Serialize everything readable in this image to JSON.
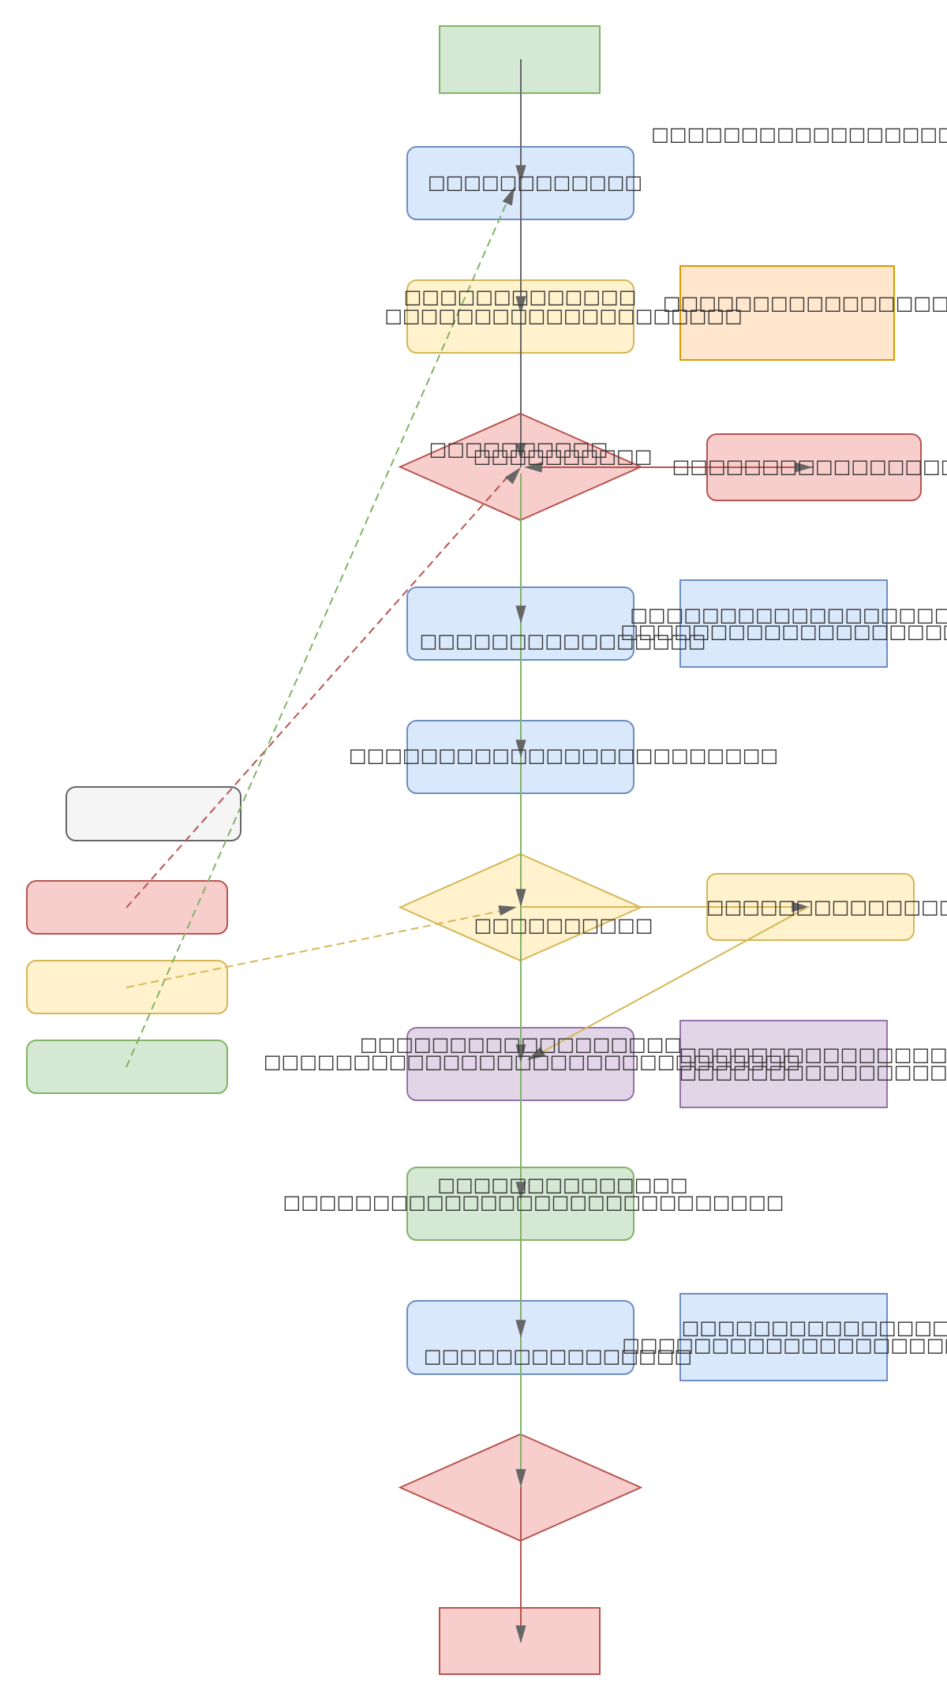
{
  "diagram": {
    "type": "flowchart",
    "colors": {
      "blue_fill": "#dae8fc",
      "blue_stroke": "#6c8ebf",
      "yellow_fill": "#fff2cc",
      "yellow_stroke": "#d6b656",
      "red_fill": "#f8cecc",
      "red_stroke": "#b85450",
      "green_fill": "#d5e8d4",
      "green_stroke": "#82b366",
      "purple_fill": "#e1d5e7",
      "purple_stroke": "#9673a6",
      "orange_fill": "#ffe6cc",
      "orange_stroke": "#d79b00",
      "grey_fill": "#f5f5f5",
      "grey_stroke": "#666666",
      "edge_default": "#666666",
      "arrowhead": "#666666",
      "text": "#333333"
    },
    "nodes": [
      {
        "id": "start",
        "shape": "rect",
        "color": "green",
        "lines": []
      },
      {
        "id": "step1",
        "shape": "rounded",
        "color": "blue",
        "lines": [
          "□□□□□□□□□□□□"
        ]
      },
      {
        "id": "step2",
        "shape": "rounded",
        "color": "yellow",
        "lines": [
          "□□□□□□□□□□□□□",
          "□□□□□□□□□□□□□□□□□□□□"
        ]
      },
      {
        "id": "decision1",
        "shape": "diamond",
        "color": "red",
        "lines": [
          "□□□□□□□□□□",
          "□□□□□□□□□□"
        ]
      },
      {
        "id": "step3",
        "shape": "rounded",
        "color": "blue",
        "lines": [
          "□□□□□□□□□□□□□□□□"
        ]
      },
      {
        "id": "step4",
        "shape": "rounded",
        "color": "blue",
        "lines": [
          "□□□□□□□□□□□□□□□□□□□□□□□□"
        ]
      },
      {
        "id": "decision2",
        "shape": "diamond",
        "color": "yellow",
        "lines": [
          "□□□□□□□□□□"
        ]
      },
      {
        "id": "step5",
        "shape": "rounded",
        "color": "purple",
        "lines": [
          "□□□□□□□□□□□□□□□□□□",
          "□□□□□□□□□□□□□□□□□□□□□□□□□□□□□□"
        ]
      },
      {
        "id": "step6",
        "shape": "rounded",
        "color": "green",
        "lines": [
          "□□□□□□□□□□□□□□",
          "□□□□□□□□□□□□□□□□□□□□□□□□□□□□"
        ]
      },
      {
        "id": "step7",
        "shape": "rounded",
        "color": "blue",
        "lines": [
          "□□□□□□□□□□□□□□□"
        ]
      },
      {
        "id": "decision3",
        "shape": "diamond",
        "color": "red",
        "lines": []
      },
      {
        "id": "end",
        "shape": "rect",
        "color": "red",
        "lines": []
      }
    ],
    "annotations": [
      {
        "id": "note-top",
        "shape": "text",
        "lines": [
          "□□□□□□□□□□□□□□□□□□□□"
        ]
      },
      {
        "id": "note-orange",
        "shape": "rect",
        "color": "orange",
        "lines": [
          "□□□□□□□□□□□□□□□□□□"
        ]
      },
      {
        "id": "side-red",
        "shape": "rounded",
        "color": "red",
        "lines": [
          "□□□□□□□□□□□□□□□□"
        ]
      },
      {
        "id": "note-blue1",
        "shape": "rect",
        "color": "blue",
        "lines": [
          "□□□□□□□□□□□□□□□□□□□□",
          "□□□□□□□□□□□□□□□□□□□□□□□"
        ]
      },
      {
        "id": "side-yellow",
        "shape": "rounded",
        "color": "yellow",
        "lines": [
          "□□□□□□□□□□□□□□□"
        ]
      },
      {
        "id": "note-purple",
        "shape": "rect",
        "color": "purple",
        "lines": [
          "□□□□□□□□□□□□□□□□",
          "□□□□□□□□□□□□□□□□"
        ]
      },
      {
        "id": "note-blue2",
        "shape": "rect",
        "color": "blue",
        "lines": [
          "□□□□□□□□□□□□□□□□",
          "□□□□□□□□□□□□□□□□□□□□□□□"
        ]
      }
    ],
    "legend": [
      {
        "id": "legend-grey",
        "color": "grey",
        "label": ""
      },
      {
        "id": "legend-red",
        "color": "red",
        "label": ""
      },
      {
        "id": "legend-yellow",
        "color": "yellow",
        "label": ""
      },
      {
        "id": "legend-green",
        "color": "green",
        "label": ""
      }
    ],
    "edges": [
      {
        "from": "start",
        "to": "decision1",
        "via": [
          "step1",
          "step2"
        ],
        "color": "grey",
        "style": "solid"
      },
      {
        "from": "decision1",
        "to": "decision3",
        "via": [
          "step3",
          "step4",
          "decision2",
          "step5",
          "step6",
          "step7"
        ],
        "color": "green",
        "style": "solid"
      },
      {
        "from": "decision3",
        "to": "end",
        "color": "red",
        "style": "solid"
      },
      {
        "from": "decision1",
        "to": "side-red",
        "color": "red",
        "style": "dashed-solid"
      },
      {
        "from": "side-red",
        "to": "decision1",
        "color": "red",
        "style": "solid"
      },
      {
        "from": "decision2",
        "to": "side-yellow",
        "color": "yellow",
        "style": "solid"
      },
      {
        "from": "step5",
        "to": "side-yellow",
        "color": "yellow",
        "style": "solid",
        "bidirectional": true
      },
      {
        "from": "legend-red",
        "to": "decision1",
        "color": "red",
        "style": "dashed"
      },
      {
        "from": "legend-yellow",
        "to": "decision2",
        "color": "yellow",
        "style": "dashed"
      },
      {
        "from": "legend-green",
        "to": "step1",
        "color": "green",
        "style": "dashed"
      }
    ]
  }
}
